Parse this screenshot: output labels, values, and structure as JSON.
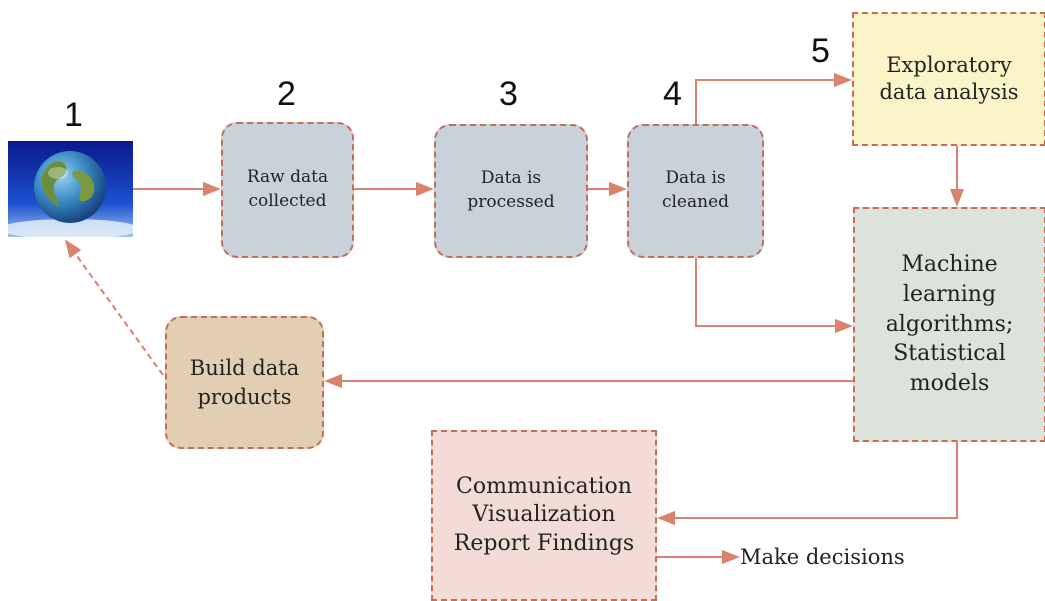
{
  "steps": {
    "step1": "1",
    "step2": "2",
    "step3": "3",
    "step4": "4",
    "step5": "5"
  },
  "nodes": {
    "raw_data": [
      "Raw data",
      "collected"
    ],
    "processed": [
      "Data is",
      "processed"
    ],
    "cleaned": [
      "Data is",
      "cleaned"
    ],
    "eda": [
      "Exploratory",
      "data analysis"
    ],
    "ml": [
      "Machine",
      "learning",
      "algorithms;",
      "Statistical",
      "models"
    ],
    "build": [
      "Build data",
      "products"
    ],
    "communication": [
      "Communication",
      "Visualization",
      "Report Findings"
    ],
    "decisions": "Make decisions"
  },
  "icons": {
    "world": "globe-icon"
  },
  "colors": {
    "arrow": "#d9826d",
    "box_border": "#c46e58",
    "rounded_fill": "#c9d1da",
    "eda_fill": "#fbf4c8",
    "ml_fill": "#dbe3da",
    "build_fill": "#e2cfb3",
    "comm_fill": "#f3dcd6"
  }
}
